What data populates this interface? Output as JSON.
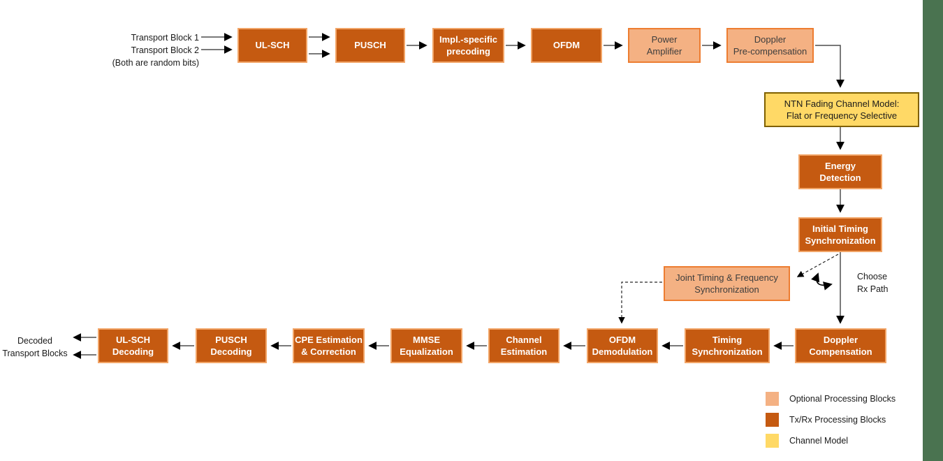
{
  "canvas": {
    "background": "#ffffff",
    "side_strip_color": "#4A7350"
  },
  "colors": {
    "txrx_fill": "#C55A11",
    "txrx_border": "#F2A567",
    "optional_fill": "#F4B183",
    "optional_border": "#ED7D31",
    "channel_fill": "#FFD966",
    "channel_border": "#7F6000",
    "wire": "#404040",
    "text": "#1a1a1a"
  },
  "inputs": {
    "transport_block_1": "Transport Block 1",
    "transport_block_2": "Transport Block 2",
    "note": "(Both are random bits)"
  },
  "outputs": {
    "decoded": "Decoded\nTransport Blocks"
  },
  "annotations": {
    "choose_rx_path": "Choose\nRx Path"
  },
  "blocks": {
    "ulsch": {
      "label": "UL-SCH",
      "type": "txrx"
    },
    "pusch": {
      "label": "PUSCH",
      "type": "txrx"
    },
    "precoding": {
      "label": "Impl.-specific\nprecoding",
      "type": "txrx"
    },
    "ofdm": {
      "label": "OFDM",
      "type": "txrx"
    },
    "power_amplifier": {
      "label": "Power\nAmplifier",
      "type": "optional"
    },
    "doppler_precompensation": {
      "label": "Doppler\nPre-compensation",
      "type": "optional"
    },
    "ntn_channel": {
      "label": "NTN Fading Channel Model:\nFlat or Frequency Selective",
      "type": "channel"
    },
    "energy_detection": {
      "label": "Energy\nDetection",
      "type": "txrx"
    },
    "initial_timing_sync": {
      "label": "Initial Timing\nSynchronization",
      "type": "txrx"
    },
    "joint_sync": {
      "label": "Joint Timing & Frequency\nSynchronization",
      "type": "optional"
    },
    "doppler_compensation": {
      "label": "Doppler\nCompensation",
      "type": "txrx"
    },
    "timing_sync": {
      "label": "Timing\nSynchronization",
      "type": "txrx"
    },
    "ofdm_demodulation": {
      "label": "OFDM\nDemodulation",
      "type": "txrx"
    },
    "channel_estimation": {
      "label": "Channel\nEstimation",
      "type": "txrx"
    },
    "mmse_equalization": {
      "label": "MMSE\nEqualization",
      "type": "txrx"
    },
    "cpe_estimation": {
      "label": "CPE Estimation\n&  Correction",
      "type": "txrx"
    },
    "pusch_decoding": {
      "label": "PUSCH\nDecoding",
      "type": "txrx"
    },
    "ulsch_decoding": {
      "label": "UL-SCH\nDecoding",
      "type": "txrx"
    }
  },
  "legend": {
    "items": [
      {
        "label": "Optional Processing Blocks",
        "color": "#F4B183"
      },
      {
        "label": "Tx/Rx Processing Blocks",
        "color": "#C55A11"
      },
      {
        "label": "Channel Model",
        "color": "#FFD966"
      }
    ]
  }
}
